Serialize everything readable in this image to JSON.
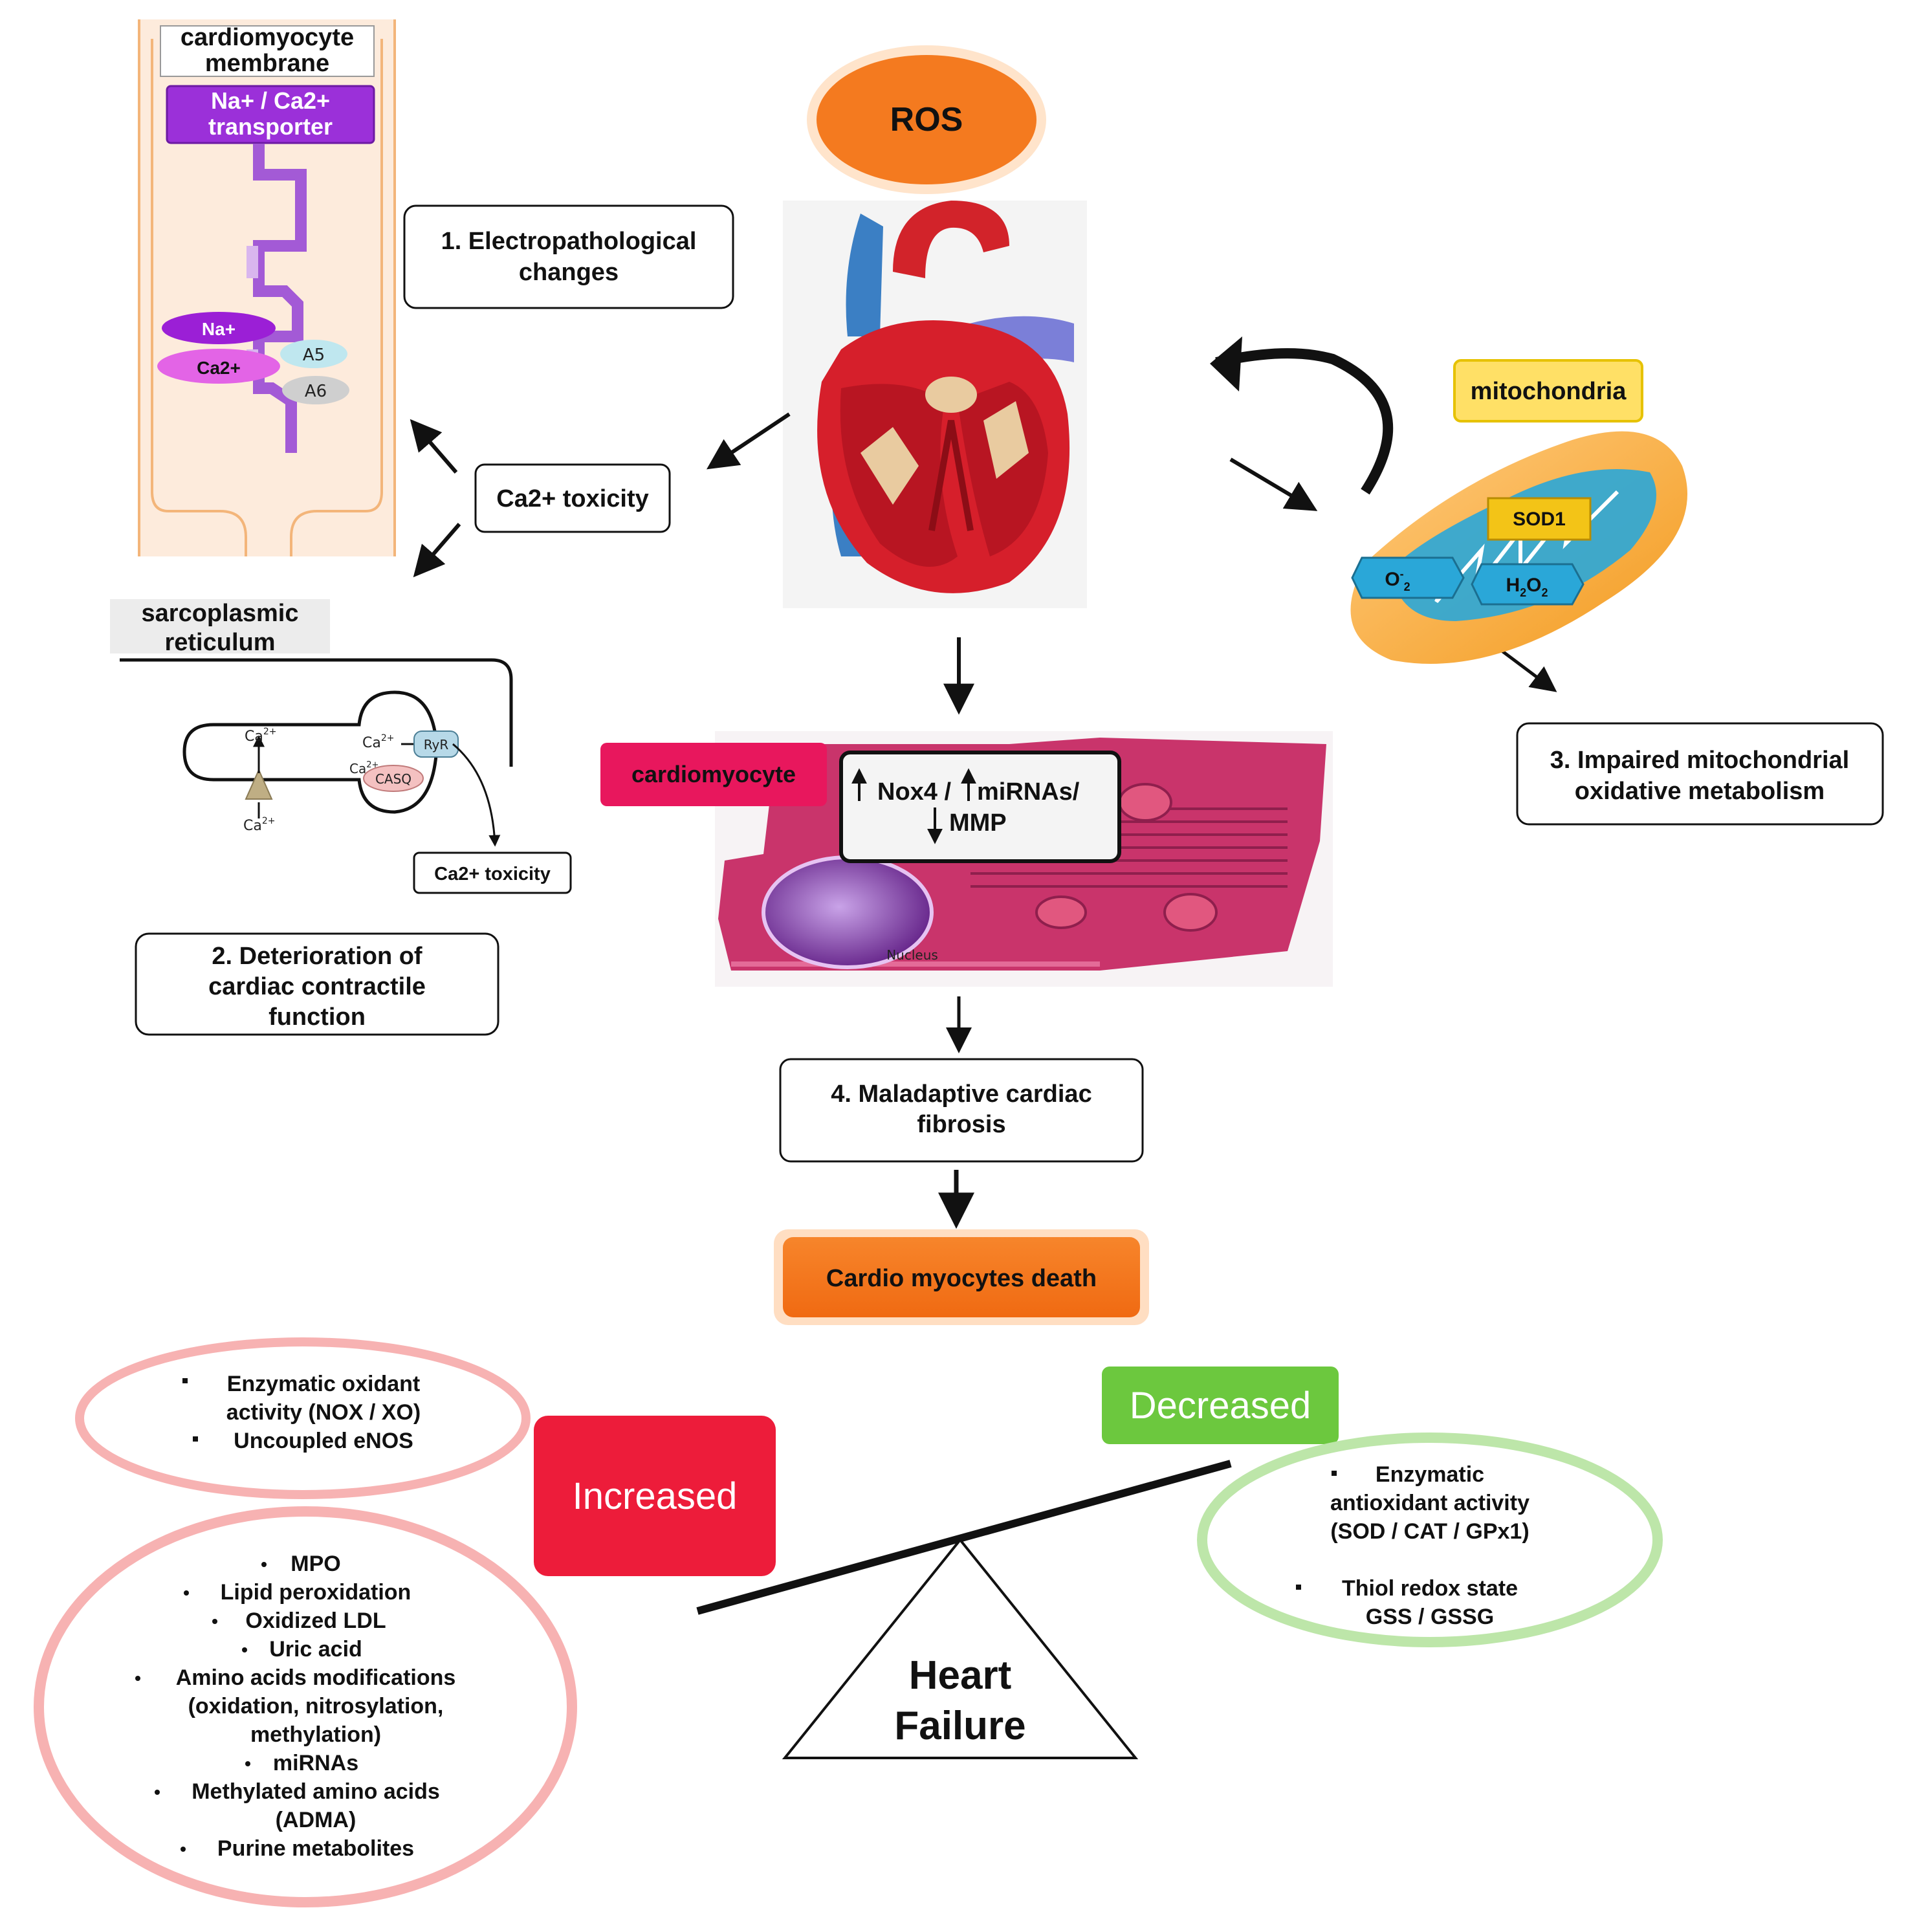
{
  "membrane": {
    "title_line1": "cardiomyocyte",
    "title_line2": "membrane",
    "transporter_line1": "Na+ / Ca2+",
    "transporter_line2": "transporter",
    "na_label": "Na+",
    "ca_label": "Ca2+",
    "a5_label": "A5",
    "a6_label": "A6"
  },
  "ros": {
    "label": "ROS"
  },
  "box1": {
    "line1": "1. Electropathological",
    "line2": "changes"
  },
  "ca_toxicity_main": {
    "label": "Ca2+ toxicity"
  },
  "sarcoplasmic": {
    "title_line1": "sarcoplasmic",
    "title_line2": "reticulum",
    "ca_a": "Ca",
    "ca_b": "Ca",
    "ca_c": "Ca",
    "ca_d": "Ca",
    "sup": "2+",
    "ryr": "RyR",
    "casq": "CASQ",
    "toxicity_label": "Ca2+ toxicity"
  },
  "box2": {
    "line1": "2. Deterioration of",
    "line2": "cardiac contractile",
    "line3": "function"
  },
  "mitochondria": {
    "label": "mitochondria",
    "sod1": "SOD1",
    "o2_main": "O",
    "o2_sup": "-",
    "o2_sub": "2",
    "h2o2_h": "H",
    "h2o2_2": "2",
    "h2o2_o": "O",
    "h2o2_2b": "2"
  },
  "box3": {
    "line1": "3. Impaired mitochondrial",
    "line2": "oxidative metabolism"
  },
  "cardiomyocyte": {
    "tag": "cardiomyocyte",
    "nox_line1": "Nox4 /",
    "nox_line1b": "miRNAs/",
    "nox_line2": "MMP",
    "nucleus": "Nucleus"
  },
  "box4": {
    "line1": "4. Maladaptive cardiac",
    "line2": "fibrosis"
  },
  "death": {
    "label": "Cardio myocytes death"
  },
  "increased": {
    "label": "Increased",
    "top_items": [
      "Enzymatic oxidant",
      "activity (NOX / XO)",
      "Uncoupled eNOS"
    ],
    "bottom_items": [
      "MPO",
      "Lipid peroxidation",
      "Oxidized LDL",
      "Uric acid",
      "Amino acids modifications",
      "(oxidation, nitrosylation,",
      "methylation)",
      "miRNAs",
      "Methylated amino acids",
      "(ADMA)",
      "Purine metabolites"
    ]
  },
  "decreased": {
    "label": "Decreased",
    "items": [
      "Enzymatic",
      "antioxidant activity",
      "(SOD / CAT / GPx1)",
      "Thiol redox state",
      "GSS / GSSG"
    ]
  },
  "heart_failure": {
    "line1": "Heart",
    "line2": "Failure"
  },
  "colors": {
    "ros": "#f47a1f",
    "increased": "#ed1c3a",
    "decreased": "#6cc83e",
    "transporter": "#9b30d9",
    "cardiomyocyte_tag": "#e8175d",
    "mito_label": "#ffe066"
  }
}
